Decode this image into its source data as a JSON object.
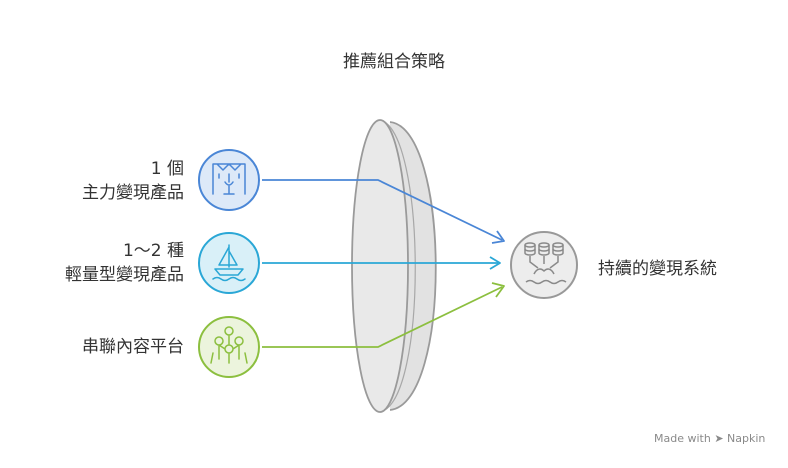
{
  "title": "推薦組合策略",
  "inputs": [
    {
      "line1": "1 個",
      "line2": "主力變現產品",
      "color": "#4a86d6",
      "fill": "#dde9f8",
      "icon": "stage-icon"
    },
    {
      "line1": "1～2 種",
      "line2": "輕量型變現產品",
      "color": "#2aa7d6",
      "fill": "#d9f0f8",
      "icon": "sailboat-icon"
    },
    {
      "line1": "串聯內容平台",
      "line2": "",
      "color": "#8cbf3f",
      "fill": "#ecf4dd",
      "icon": "network-people-icon"
    }
  ],
  "output": {
    "label": "持續的變現系統",
    "color": "#999999",
    "fill": "#ededed",
    "icon": "database-system-icon"
  },
  "watermark": {
    "text": "Made with",
    "brand": "Napkin"
  }
}
